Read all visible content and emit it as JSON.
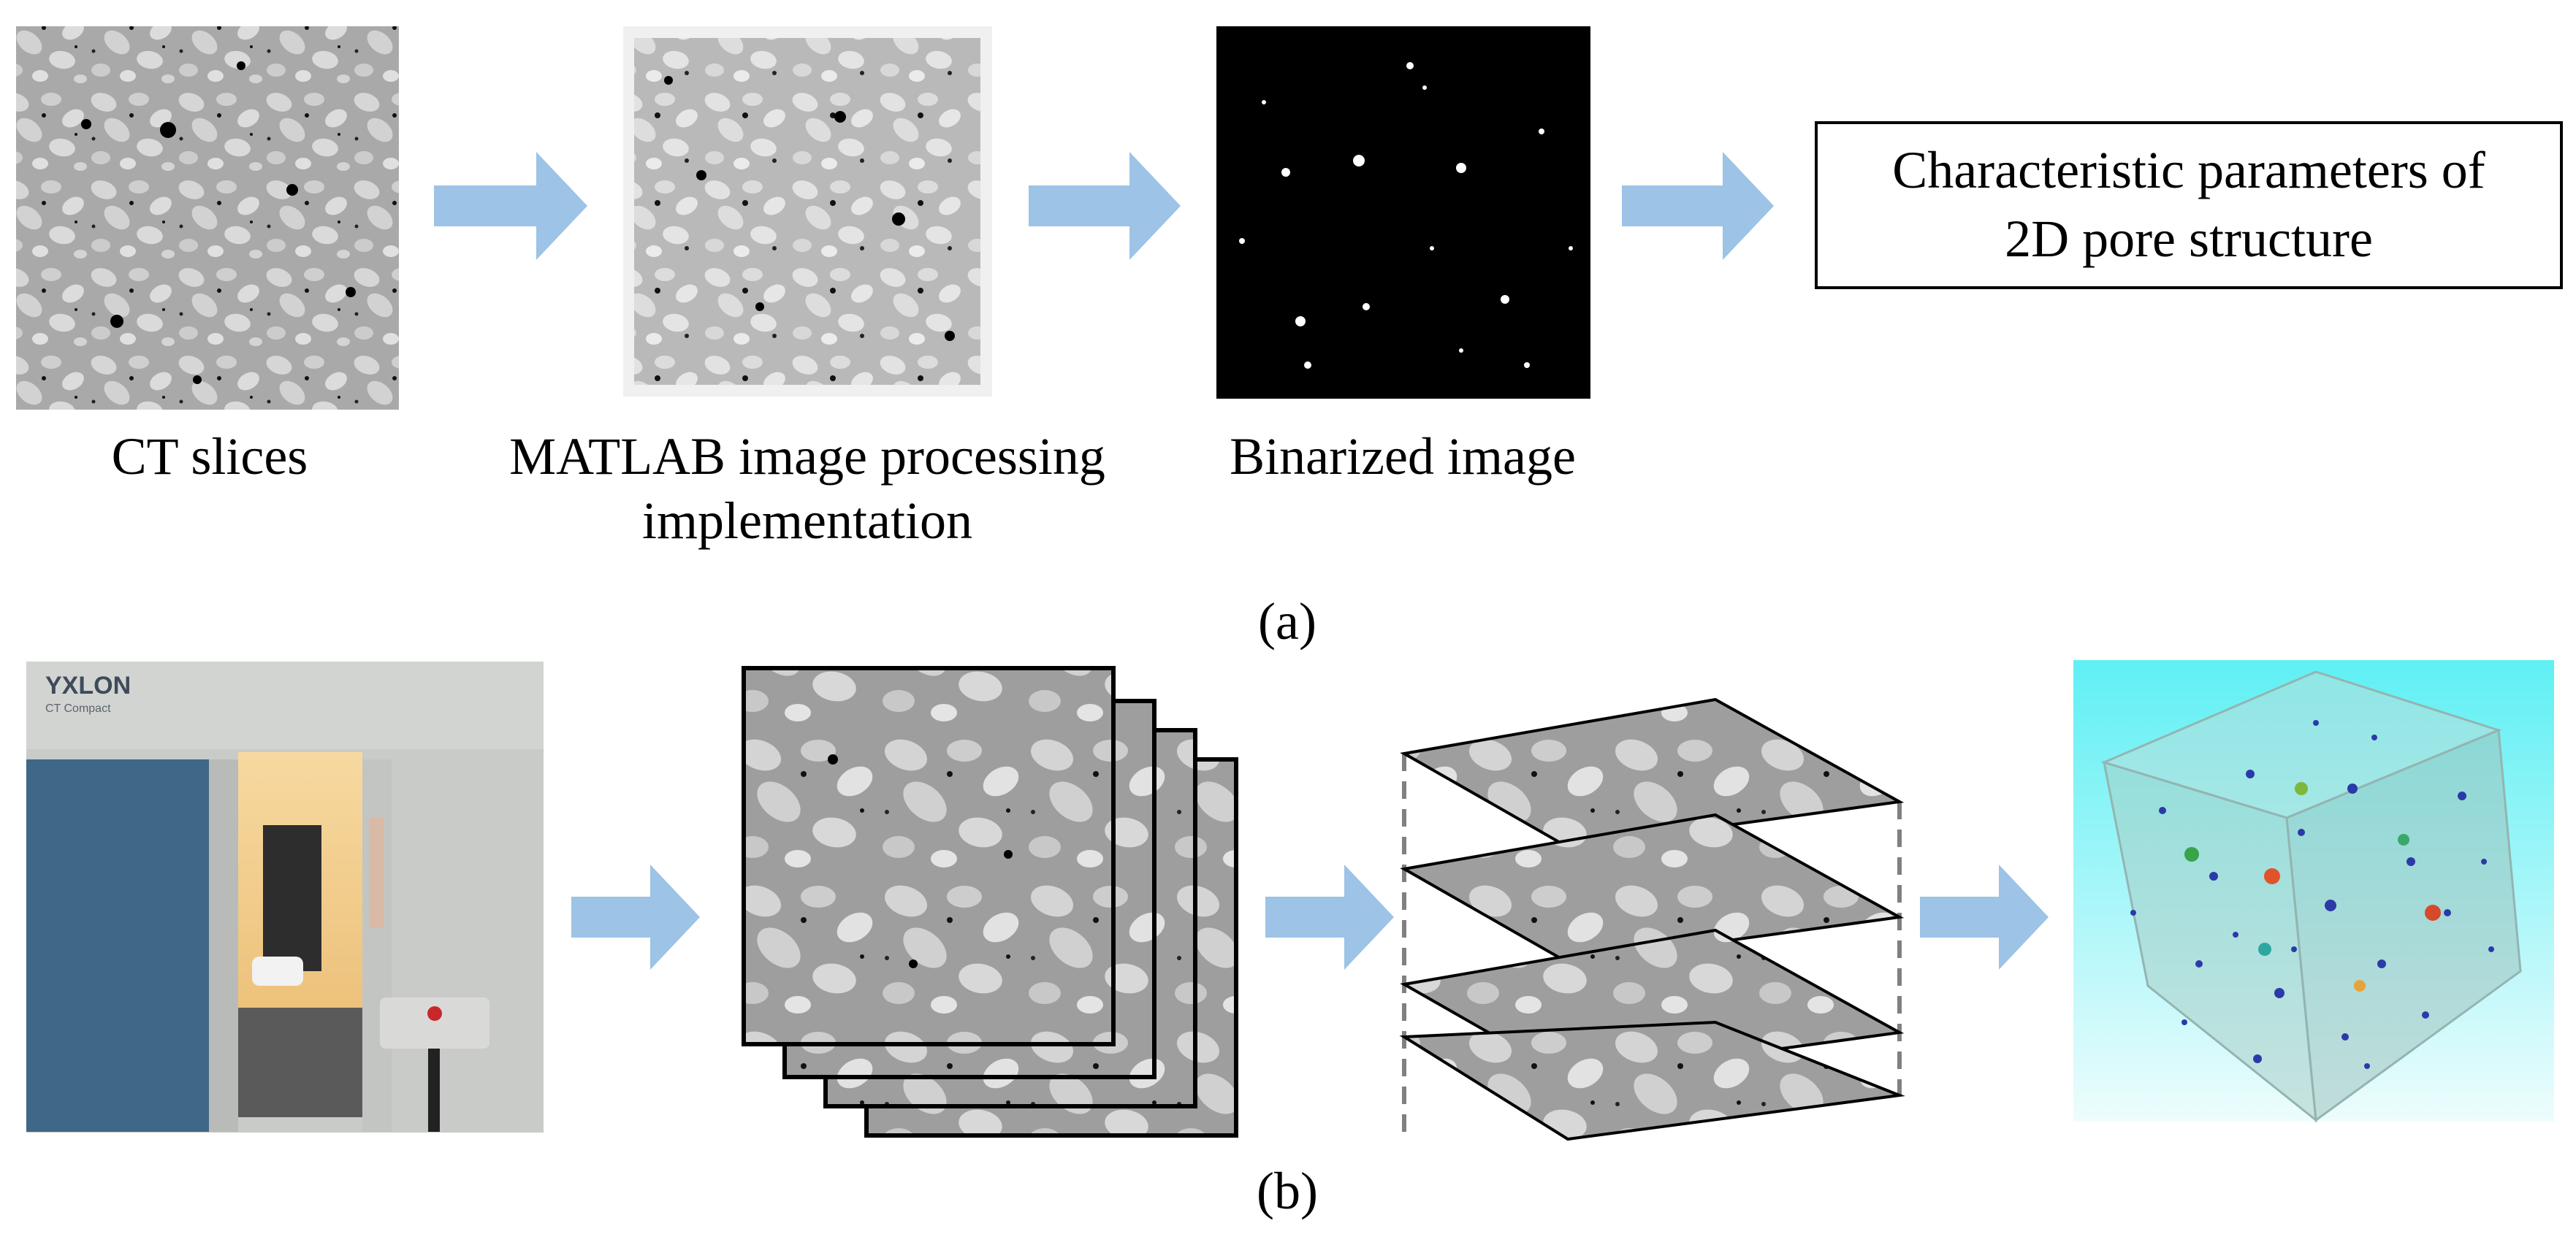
{
  "panel_a": {
    "label": "(a)",
    "steps": [
      {
        "caption_lines": [
          "CT slices"
        ]
      },
      {
        "caption_lines": [
          "MATLAB image processing",
          "implementation"
        ]
      },
      {
        "caption_lines": [
          "Binarized image"
        ]
      }
    ],
    "result_box_lines": [
      "Characteristic parameters of",
      "2D pore structure"
    ]
  },
  "panel_b": {
    "label": "(b)",
    "machine_brand": "YXLON",
    "machine_model": "CT Compact"
  },
  "colors": {
    "arrow": "#9dc3e6",
    "slice_gray": "#a9a9a9",
    "aggregate": "#dadada",
    "binarized_bg": "#000000",
    "pore_blue": "#2b3aa8",
    "cube_bg_top": "#5ff0f4",
    "cube_bg_bottom": "#e9fbfc",
    "machine_panel": "#3f6787",
    "machine_frame": "#c9cbc8"
  }
}
